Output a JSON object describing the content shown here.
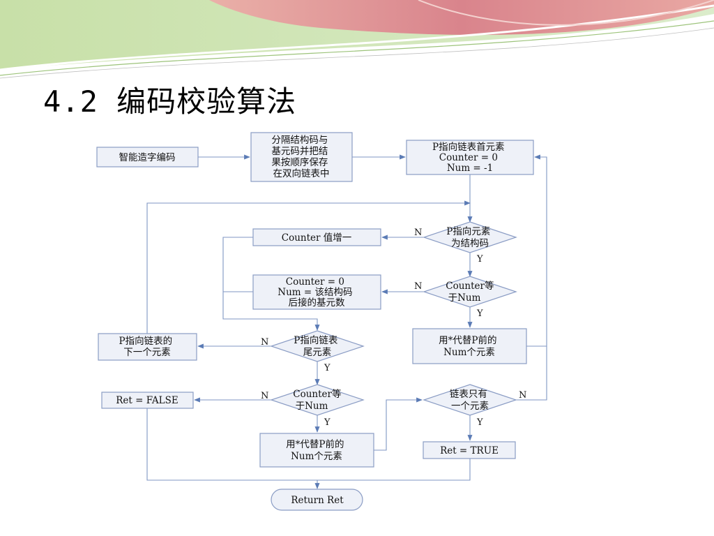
{
  "title": "4.2 编码校验算法",
  "colors": {
    "box_fill": "#eef1f8",
    "box_stroke": "#8a9cc4",
    "edge": "#7f96c3",
    "banner_red": "#d9848c",
    "banner_green": "#b7d59a"
  },
  "nodes": {
    "start": [
      "智能造字编码"
    ],
    "split": [
      "分隔结构码与",
      "基元码并把结",
      "果按顺序保存",
      "在双向链表中"
    ],
    "init": [
      "P指向链表首元素",
      "Counter = 0",
      "Num = -1"
    ],
    "is_struct": [
      "P指向元素",
      "为结构码"
    ],
    "counter_inc": [
      "Counter 值增一"
    ],
    "reset": [
      "Counter = 0",
      "Num = 该结构码",
      "后接的基元数"
    ],
    "eq1": [
      "Counter等",
      "于Num"
    ],
    "replace1": [
      "用*代替P前的",
      "Num个元素"
    ],
    "is_tail": [
      "P指向链表",
      "尾元素"
    ],
    "next": [
      "P指向链表的",
      "下一个元素"
    ],
    "eq2": [
      "Counter等",
      "于Num"
    ],
    "ret_false": [
      "Ret = FALSE"
    ],
    "replace2": [
      "用*代替P前的",
      "Num个元素"
    ],
    "one_elem": [
      "链表只有",
      "一个元素"
    ],
    "ret_true": [
      "Ret = TRUE"
    ],
    "return": [
      "Return Ret"
    ]
  },
  "edge_labels": {
    "is_struct_no": "N",
    "is_struct_yes": "Y",
    "eq1_no": "N",
    "eq1_yes": "Y",
    "is_tail_no": "N",
    "is_tail_yes": "Y",
    "eq2_no": "N",
    "eq2_yes": "Y",
    "one_elem_no": "N",
    "one_elem_yes": "Y"
  }
}
